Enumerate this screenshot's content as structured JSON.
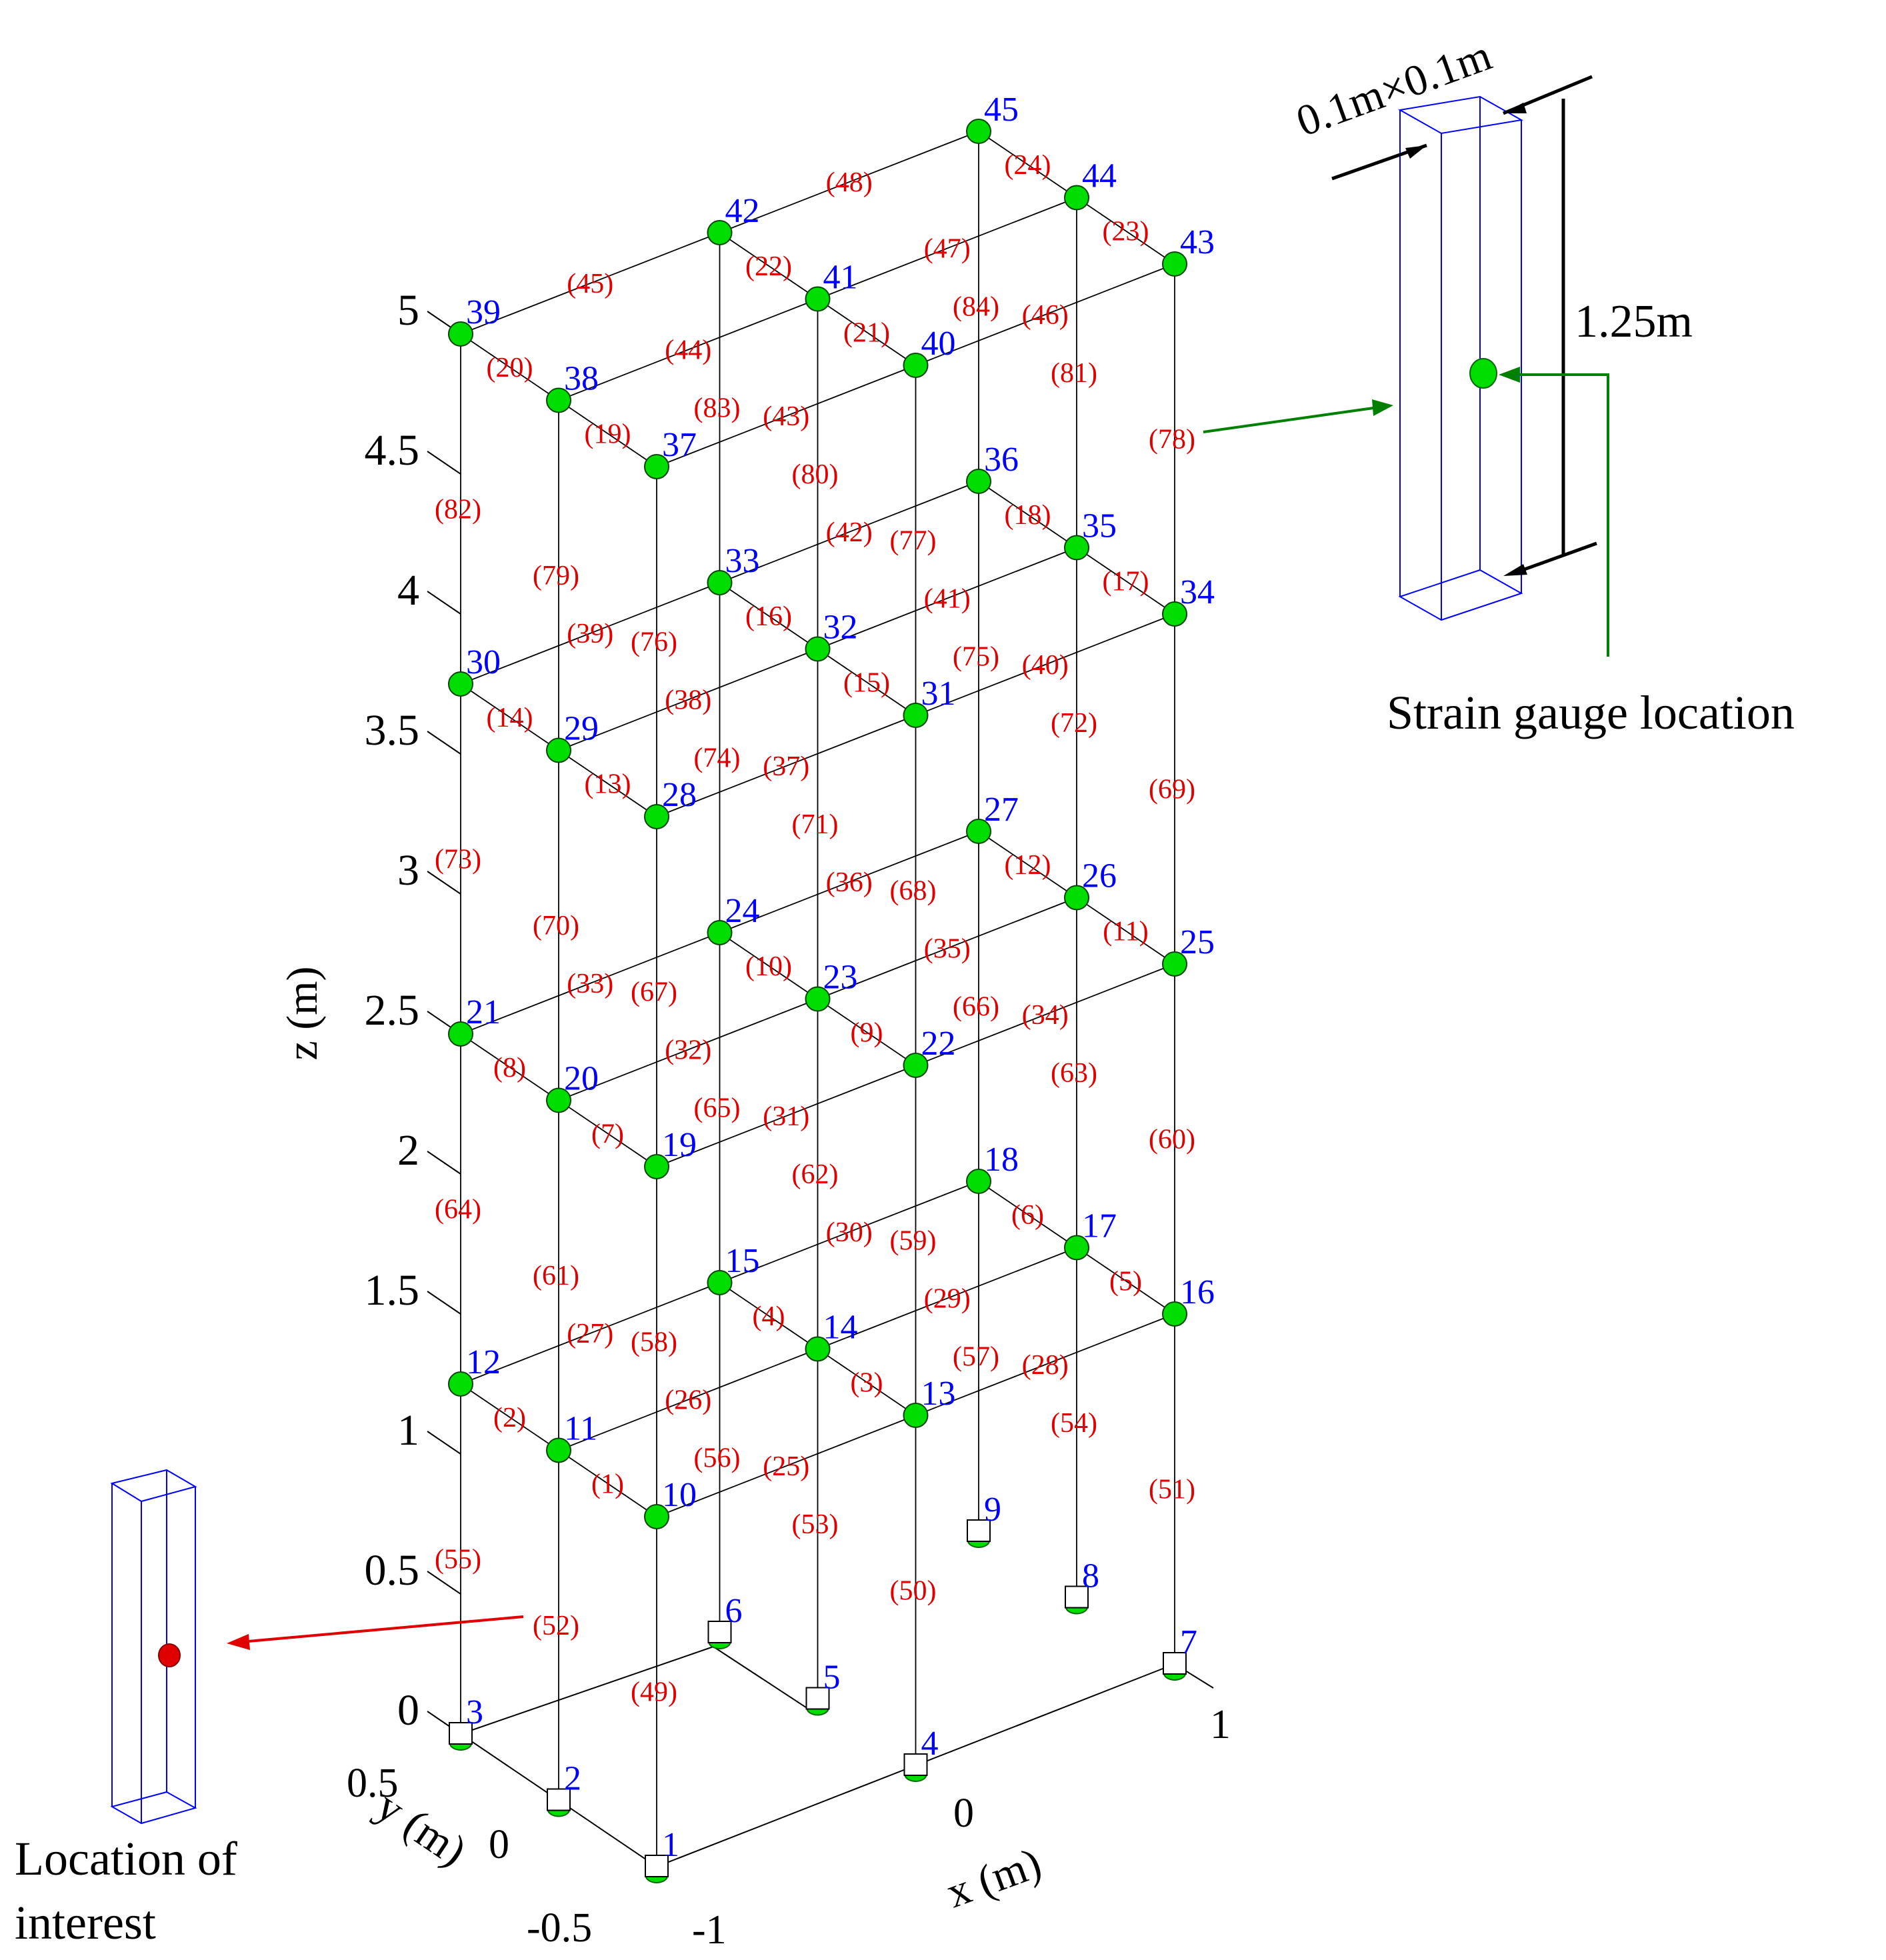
{
  "axes": {
    "z_title": "z (m)",
    "z_ticks": [
      "0",
      "0.5",
      "1",
      "1.5",
      "2",
      "2.5",
      "3",
      "3.5",
      "4",
      "4.5",
      "5"
    ],
    "y_title": "y (m)",
    "y_ticks": [
      "0.5",
      "0",
      "-0.5"
    ],
    "x_title": "x (m)",
    "x_ticks": [
      "-1",
      "0",
      "1"
    ]
  },
  "inset": {
    "section_label": "0.1m×0.1m",
    "height_label": "1.25m",
    "gauge_label": "Strain gauge location",
    "location_label_1": "Location of",
    "location_label_2": "interest"
  },
  "colors": {
    "node_fill": "#00dd00",
    "node_label": "#0000ff",
    "element_label": "#e00000",
    "prism_edge": "#0000ff",
    "gauge_arrow": "#008000",
    "location_marker": "#e00000"
  },
  "nodes": [
    {
      "id": "1",
      "x": -1,
      "y": -0.5,
      "z": 0
    },
    {
      "id": "2",
      "x": -1,
      "y": 0,
      "z": 0
    },
    {
      "id": "3",
      "x": -1,
      "y": 0.5,
      "z": 0
    },
    {
      "id": "4",
      "x": 0,
      "y": -0.5,
      "z": 0
    },
    {
      "id": "5",
      "x": 0,
      "y": 0,
      "z": 0
    },
    {
      "id": "6",
      "x": 0,
      "y": 0.5,
      "z": 0
    },
    {
      "id": "7",
      "x": 1,
      "y": -0.5,
      "z": 0
    },
    {
      "id": "8",
      "x": 1,
      "y": 0,
      "z": 0
    },
    {
      "id": "9",
      "x": 1,
      "y": 0.5,
      "z": 0
    },
    {
      "id": "10",
      "x": -1,
      "y": -0.5,
      "z": 1.25
    },
    {
      "id": "11",
      "x": -1,
      "y": 0,
      "z": 1.25
    },
    {
      "id": "12",
      "x": -1,
      "y": 0.5,
      "z": 1.25
    },
    {
      "id": "13",
      "x": 0,
      "y": -0.5,
      "z": 1.25
    },
    {
      "id": "14",
      "x": 0,
      "y": 0,
      "z": 1.25
    },
    {
      "id": "15",
      "x": 0,
      "y": 0.5,
      "z": 1.25
    },
    {
      "id": "16",
      "x": 1,
      "y": -0.5,
      "z": 1.25
    },
    {
      "id": "17",
      "x": 1,
      "y": 0,
      "z": 1.25
    },
    {
      "id": "18",
      "x": 1,
      "y": 0.5,
      "z": 1.25
    },
    {
      "id": "19",
      "x": -1,
      "y": -0.5,
      "z": 2.5
    },
    {
      "id": "20",
      "x": -1,
      "y": 0,
      "z": 2.5
    },
    {
      "id": "21",
      "x": -1,
      "y": 0.5,
      "z": 2.5
    },
    {
      "id": "22",
      "x": 0,
      "y": -0.5,
      "z": 2.5
    },
    {
      "id": "23",
      "x": 0,
      "y": 0,
      "z": 2.5
    },
    {
      "id": "24",
      "x": 0,
      "y": 0.5,
      "z": 2.5
    },
    {
      "id": "25",
      "x": 1,
      "y": -0.5,
      "z": 2.5
    },
    {
      "id": "26",
      "x": 1,
      "y": 0,
      "z": 2.5
    },
    {
      "id": "27",
      "x": 1,
      "y": 0.5,
      "z": 2.5
    },
    {
      "id": "28",
      "x": -1,
      "y": -0.5,
      "z": 3.75
    },
    {
      "id": "29",
      "x": -1,
      "y": 0,
      "z": 3.75
    },
    {
      "id": "30",
      "x": -1,
      "y": 0.5,
      "z": 3.75
    },
    {
      "id": "31",
      "x": 0,
      "y": -0.5,
      "z": 3.75
    },
    {
      "id": "32",
      "x": 0,
      "y": 0,
      "z": 3.75
    },
    {
      "id": "33",
      "x": 0,
      "y": 0.5,
      "z": 3.75
    },
    {
      "id": "34",
      "x": 1,
      "y": -0.5,
      "z": 3.75
    },
    {
      "id": "35",
      "x": 1,
      "y": 0,
      "z": 3.75
    },
    {
      "id": "36",
      "x": 1,
      "y": 0.5,
      "z": 3.75
    },
    {
      "id": "37",
      "x": -1,
      "y": -0.5,
      "z": 5
    },
    {
      "id": "38",
      "x": -1,
      "y": 0,
      "z": 5
    },
    {
      "id": "39",
      "x": -1,
      "y": 0.5,
      "z": 5
    },
    {
      "id": "40",
      "x": 0,
      "y": -0.5,
      "z": 5
    },
    {
      "id": "41",
      "x": 0,
      "y": 0,
      "z": 5
    },
    {
      "id": "42",
      "x": 0,
      "y": 0.5,
      "z": 5
    },
    {
      "id": "43",
      "x": 1,
      "y": -0.5,
      "z": 5
    },
    {
      "id": "44",
      "x": 1,
      "y": 0,
      "z": 5
    },
    {
      "id": "45",
      "x": 1,
      "y": 0.5,
      "z": 5
    }
  ],
  "elements": [
    {
      "id": "(1)",
      "from": "10",
      "to": "11"
    },
    {
      "id": "(2)",
      "from": "11",
      "to": "12"
    },
    {
      "id": "(3)",
      "from": "13",
      "to": "14"
    },
    {
      "id": "(4)",
      "from": "14",
      "to": "15"
    },
    {
      "id": "(5)",
      "from": "16",
      "to": "17"
    },
    {
      "id": "(6)",
      "from": "17",
      "to": "18"
    },
    {
      "id": "(7)",
      "from": "19",
      "to": "20"
    },
    {
      "id": "(8)",
      "from": "20",
      "to": "21"
    },
    {
      "id": "(9)",
      "from": "22",
      "to": "23"
    },
    {
      "id": "(10)",
      "from": "23",
      "to": "24"
    },
    {
      "id": "(11)",
      "from": "25",
      "to": "26"
    },
    {
      "id": "(12)",
      "from": "26",
      "to": "27"
    },
    {
      "id": "(13)",
      "from": "28",
      "to": "29"
    },
    {
      "id": "(14)",
      "from": "29",
      "to": "30"
    },
    {
      "id": "(15)",
      "from": "31",
      "to": "32"
    },
    {
      "id": "(16)",
      "from": "32",
      "to": "33"
    },
    {
      "id": "(17)",
      "from": "34",
      "to": "35"
    },
    {
      "id": "(18)",
      "from": "35",
      "to": "36"
    },
    {
      "id": "(19)",
      "from": "37",
      "to": "38"
    },
    {
      "id": "(20)",
      "from": "38",
      "to": "39"
    },
    {
      "id": "(21)",
      "from": "40",
      "to": "41"
    },
    {
      "id": "(22)",
      "from": "41",
      "to": "42"
    },
    {
      "id": "(23)",
      "from": "43",
      "to": "44"
    },
    {
      "id": "(24)",
      "from": "44",
      "to": "45"
    },
    {
      "id": "(25)",
      "from": "10",
      "to": "13"
    },
    {
      "id": "(26)",
      "from": "11",
      "to": "14"
    },
    {
      "id": "(27)",
      "from": "12",
      "to": "15"
    },
    {
      "id": "(28)",
      "from": "13",
      "to": "16"
    },
    {
      "id": "(29)",
      "from": "14",
      "to": "17"
    },
    {
      "id": "(30)",
      "from": "15",
      "to": "18"
    },
    {
      "id": "(31)",
      "from": "19",
      "to": "22"
    },
    {
      "id": "(32)",
      "from": "20",
      "to": "23"
    },
    {
      "id": "(33)",
      "from": "21",
      "to": "24"
    },
    {
      "id": "(34)",
      "from": "22",
      "to": "25"
    },
    {
      "id": "(35)",
      "from": "23",
      "to": "26"
    },
    {
      "id": "(36)",
      "from": "24",
      "to": "27"
    },
    {
      "id": "(37)",
      "from": "28",
      "to": "31"
    },
    {
      "id": "(38)",
      "from": "29",
      "to": "32"
    },
    {
      "id": "(39)",
      "from": "30",
      "to": "33"
    },
    {
      "id": "(40)",
      "from": "31",
      "to": "34"
    },
    {
      "id": "(41)",
      "from": "32",
      "to": "35"
    },
    {
      "id": "(42)",
      "from": "33",
      "to": "36"
    },
    {
      "id": "(43)",
      "from": "37",
      "to": "40"
    },
    {
      "id": "(44)",
      "from": "38",
      "to": "41"
    },
    {
      "id": "(45)",
      "from": "39",
      "to": "42"
    },
    {
      "id": "(46)",
      "from": "40",
      "to": "43"
    },
    {
      "id": "(47)",
      "from": "41",
      "to": "44"
    },
    {
      "id": "(48)",
      "from": "42",
      "to": "45"
    },
    {
      "id": "(49)",
      "from": "1",
      "to": "10"
    },
    {
      "id": "(50)",
      "from": "4",
      "to": "13"
    },
    {
      "id": "(51)",
      "from": "7",
      "to": "16"
    },
    {
      "id": "(52)",
      "from": "2",
      "to": "11"
    },
    {
      "id": "(53)",
      "from": "5",
      "to": "14"
    },
    {
      "id": "(54)",
      "from": "8",
      "to": "17"
    },
    {
      "id": "(55)",
      "from": "3",
      "to": "12"
    },
    {
      "id": "(56)",
      "from": "6",
      "to": "15"
    },
    {
      "id": "(57)",
      "from": "9",
      "to": "18"
    },
    {
      "id": "(58)",
      "from": "10",
      "to": "19"
    },
    {
      "id": "(59)",
      "from": "13",
      "to": "22"
    },
    {
      "id": "(60)",
      "from": "16",
      "to": "25"
    },
    {
      "id": "(61)",
      "from": "11",
      "to": "20"
    },
    {
      "id": "(62)",
      "from": "14",
      "to": "23"
    },
    {
      "id": "(63)",
      "from": "17",
      "to": "26"
    },
    {
      "id": "(64)",
      "from": "12",
      "to": "21"
    },
    {
      "id": "(65)",
      "from": "15",
      "to": "24"
    },
    {
      "id": "(66)",
      "from": "18",
      "to": "27"
    },
    {
      "id": "(67)",
      "from": "19",
      "to": "28"
    },
    {
      "id": "(68)",
      "from": "22",
      "to": "31"
    },
    {
      "id": "(69)",
      "from": "25",
      "to": "34"
    },
    {
      "id": "(70)",
      "from": "20",
      "to": "29"
    },
    {
      "id": "(71)",
      "from": "23",
      "to": "32"
    },
    {
      "id": "(72)",
      "from": "26",
      "to": "35"
    },
    {
      "id": "(73)",
      "from": "21",
      "to": "30"
    },
    {
      "id": "(74)",
      "from": "24",
      "to": "33"
    },
    {
      "id": "(75)",
      "from": "27",
      "to": "36"
    },
    {
      "id": "(76)",
      "from": "28",
      "to": "37"
    },
    {
      "id": "(77)",
      "from": "31",
      "to": "40"
    },
    {
      "id": "(78)",
      "from": "34",
      "to": "43"
    },
    {
      "id": "(79)",
      "from": "29",
      "to": "38"
    },
    {
      "id": "(80)",
      "from": "32",
      "to": "41"
    },
    {
      "id": "(81)",
      "from": "35",
      "to": "44"
    },
    {
      "id": "(82)",
      "from": "30",
      "to": "39"
    },
    {
      "id": "(83)",
      "from": "33",
      "to": "42"
    },
    {
      "id": "(84)",
      "from": "36",
      "to": "45"
    }
  ]
}
